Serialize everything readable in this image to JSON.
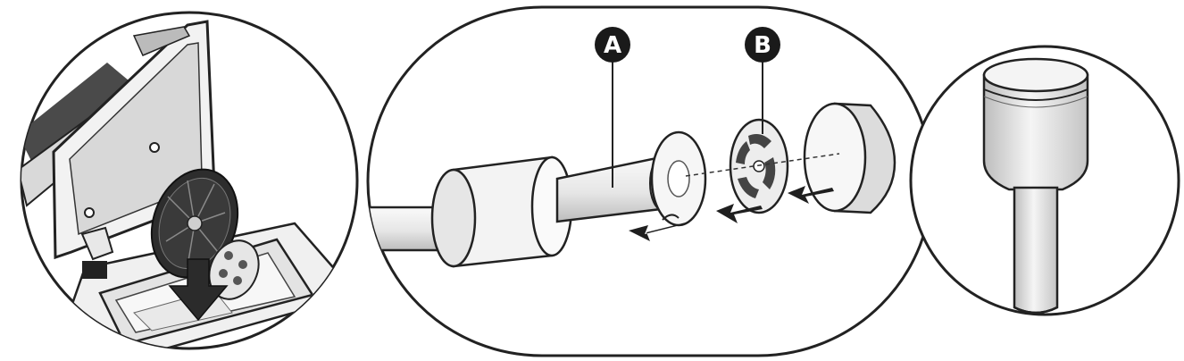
{
  "panels": [
    {
      "id": "panel-1",
      "subject": "lid-open-filter-insert"
    },
    {
      "id": "panel-2",
      "subject": "exploded-shaft-parts"
    },
    {
      "id": "panel-3",
      "subject": "assembled-shaft"
    }
  ],
  "callouts": {
    "a": {
      "label": "A"
    },
    "b": {
      "label": "B"
    }
  },
  "colors": {
    "outline": "#222222",
    "part_fill": "#eeeeee",
    "part_shade": "#cfcfcf",
    "dark_part": "#333333",
    "arrow": "#2b2b2b",
    "callout_bg": "#1a1a1a"
  }
}
